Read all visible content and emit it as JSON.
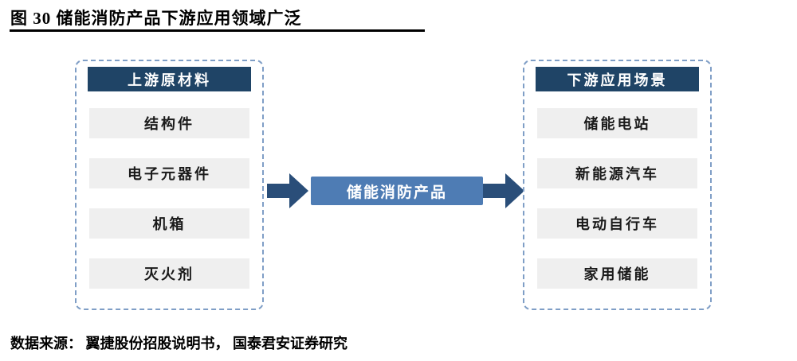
{
  "title": "图 30 储能消防产品下游应用领域广泛",
  "source": "数据来源： 翼捷股份招股说明书， 国泰君安证券研究",
  "diagram": {
    "left": {
      "header": "上游原材料",
      "items": [
        "结构件",
        "电子元器件",
        "机箱",
        "灭火剂"
      ]
    },
    "center": {
      "label": "储能消防产品"
    },
    "right": {
      "header": "下游应用场景",
      "items": [
        "储能电站",
        "新能源汽车",
        "电动自行车",
        "家用储能"
      ]
    }
  },
  "colors": {
    "header_bg": "#1F4466",
    "center_bg": "#4E7CB4",
    "arrow": "#2A4E79",
    "item_bg": "#EFEFEF",
    "dashed_border": "#7F9EC6",
    "title_color": "#000000"
  }
}
